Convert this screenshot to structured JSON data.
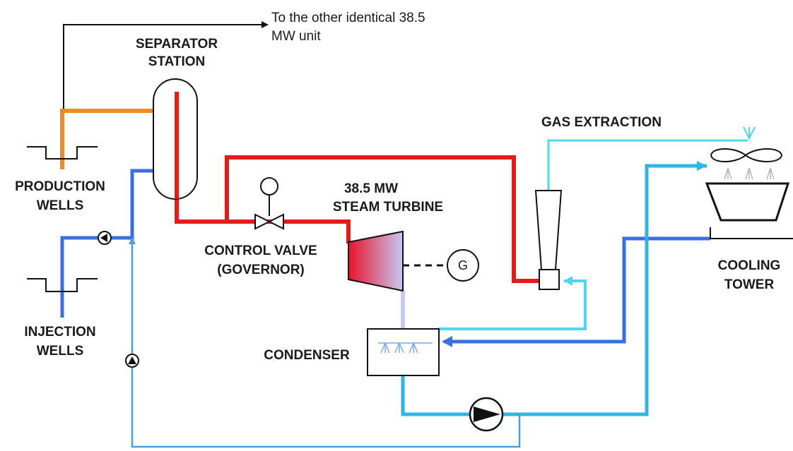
{
  "labels": {
    "other_unit_line1": "To the other identical 38.5",
    "other_unit_line2": "MW unit",
    "separator_line1": "SEPARATOR",
    "separator_line2": "STATION",
    "gas_extraction": "GAS EXTRACTION",
    "turbine_line1": "38.5 MW",
    "turbine_line2": "STEAM TURBINE",
    "production_line1": "PRODUCTION",
    "production_line2": "WELLS",
    "injection_line1": "INJECTION",
    "injection_line2": "WELLS",
    "control_valve_line1": "CONTROL VALVE",
    "control_valve_line2": "(GOVERNOR)",
    "condenser": "CONDENSER",
    "cooling_line1": "COOLING",
    "cooling_line2": "TOWER",
    "generator": "G"
  },
  "colors": {
    "steam": "#e21b1b",
    "production_brine": "#f08a24",
    "injection_water": "#3a6fe0",
    "cooling_water": "#2cb6e6",
    "gas_line": "#4fd6ec",
    "condensate_return": "#4a9fd8",
    "turbine_gradient_start": "#e8142c",
    "turbine_gradient_end": "#c9c8f2",
    "outline": "#111111"
  }
}
